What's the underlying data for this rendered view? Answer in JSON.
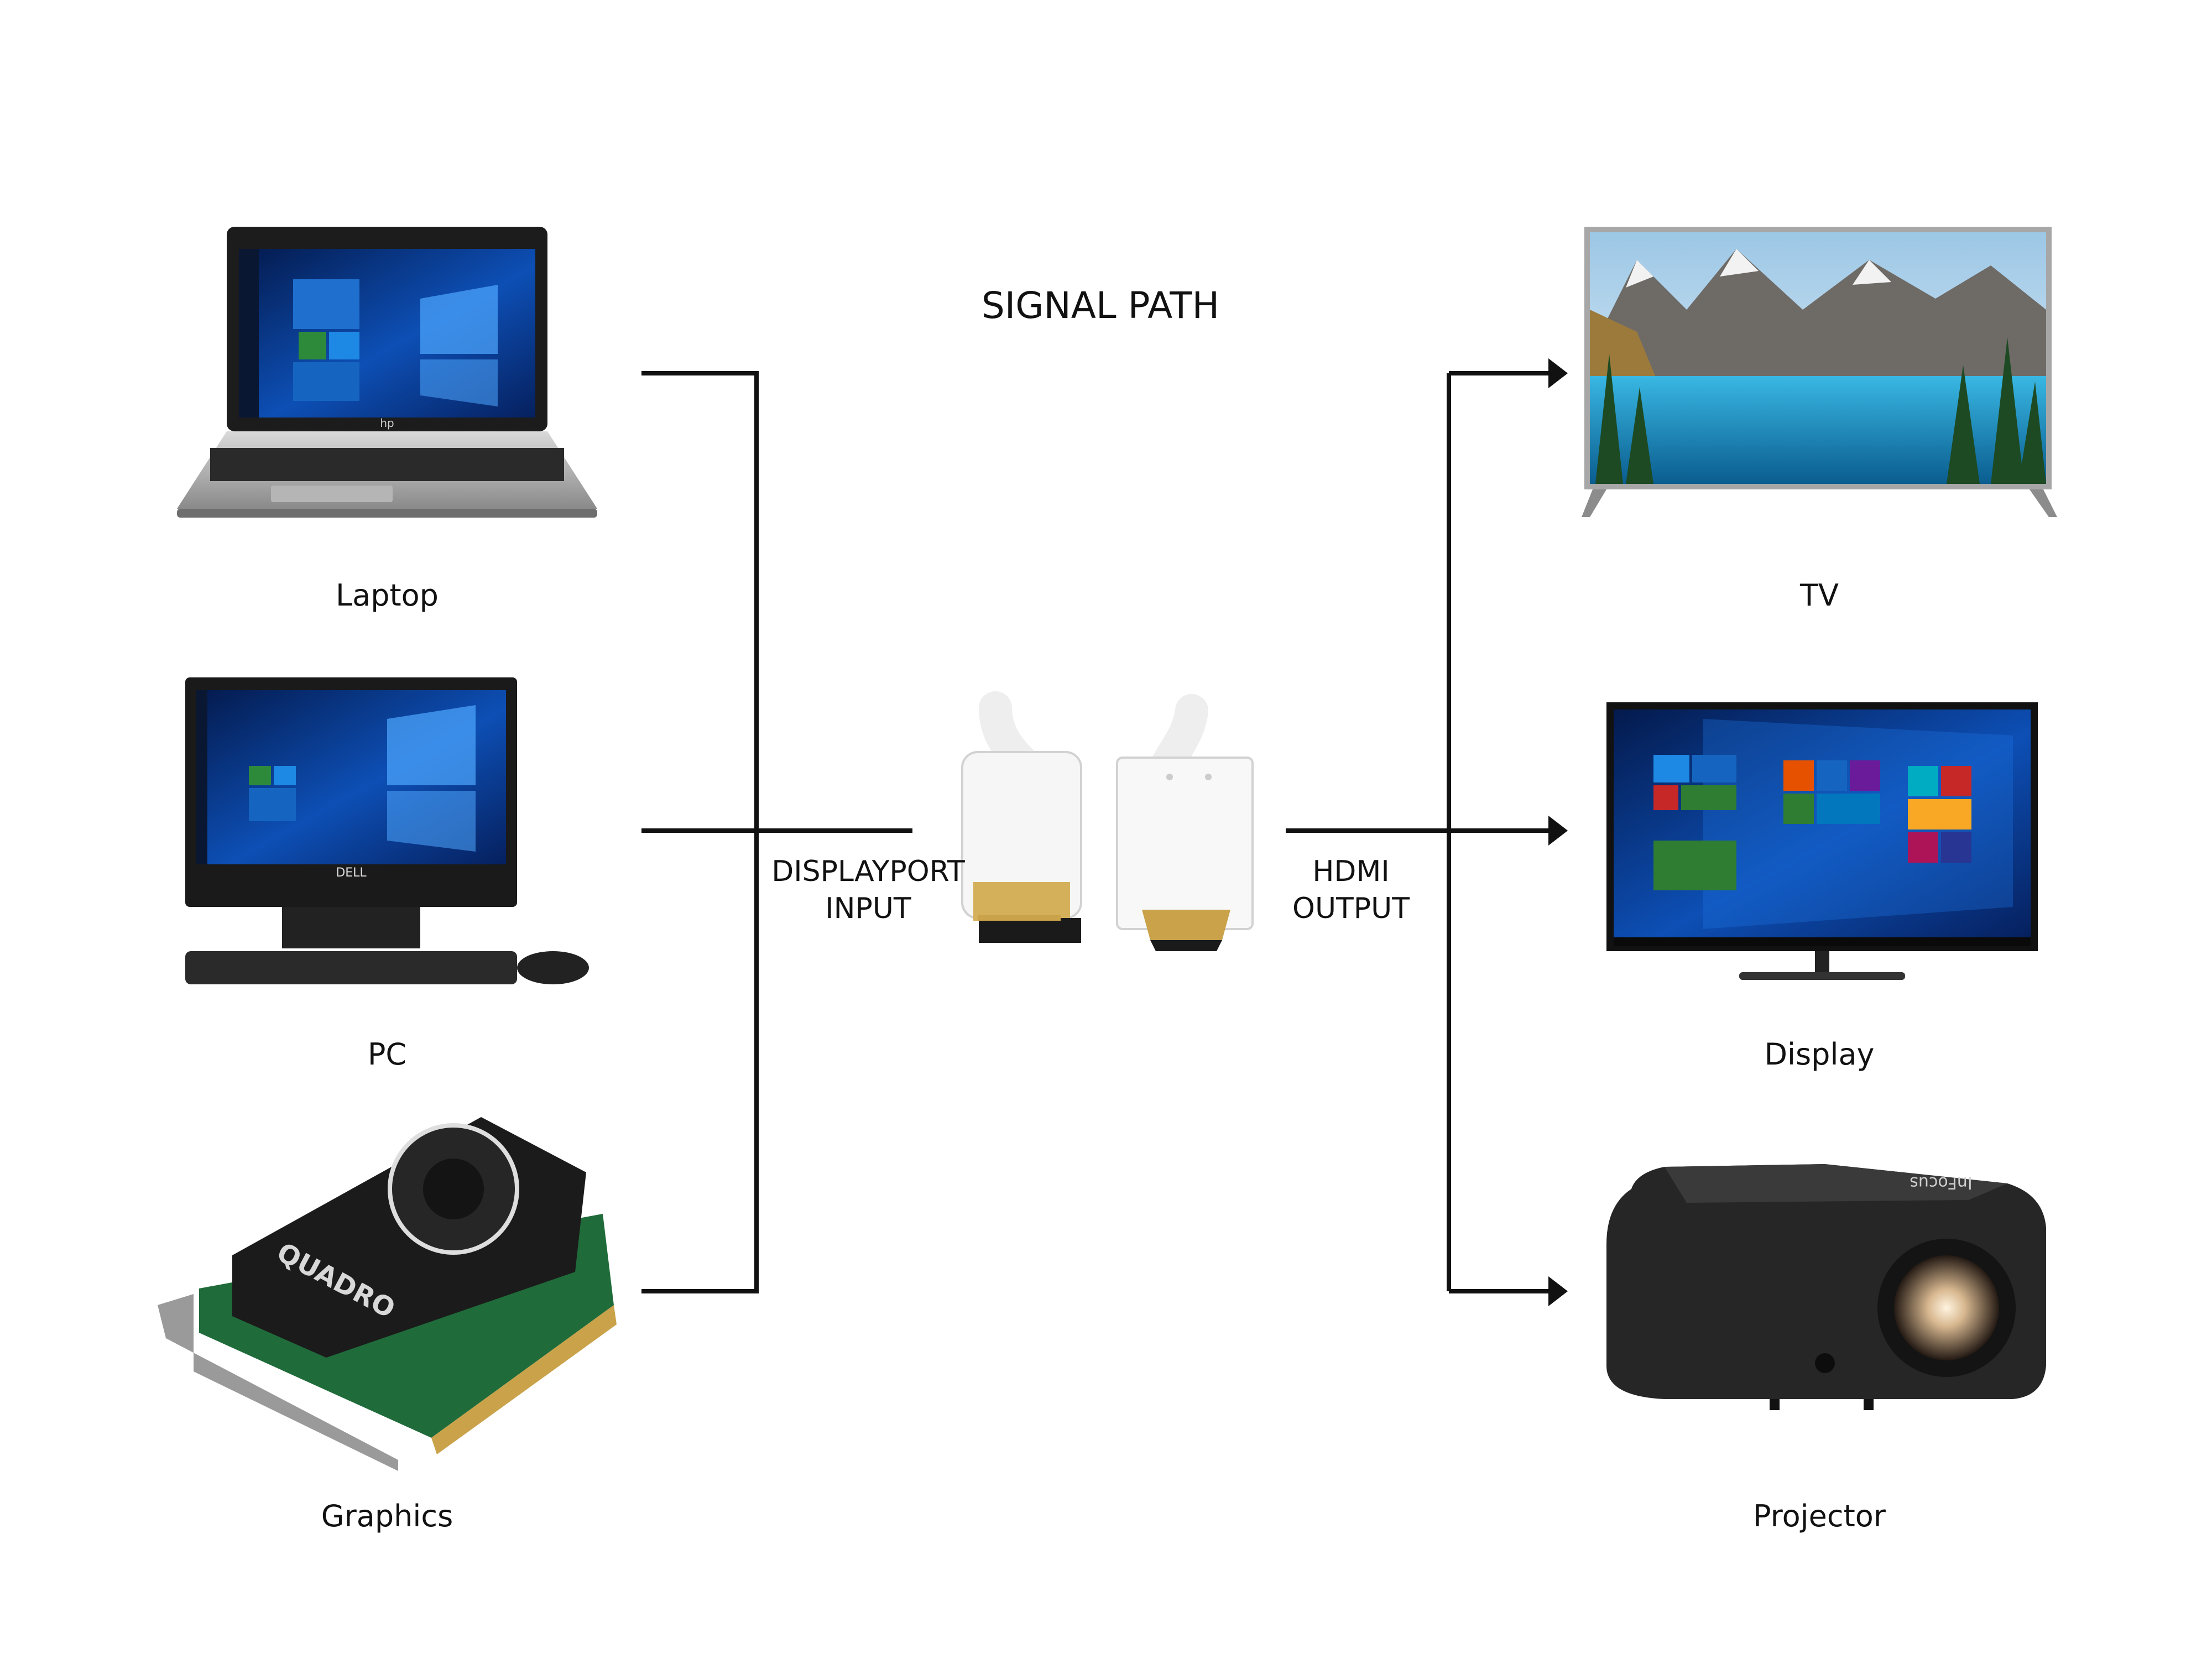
{
  "title": "SIGNAL PATH",
  "sources": {
    "laptop": "Laptop",
    "pc": "PC",
    "graphics": "Graphics"
  },
  "outputs": {
    "tv": "TV",
    "display": "Display",
    "projector": "Projector"
  },
  "adapter": {
    "input_line1": "DISPLAYPORT",
    "input_line2": "INPUT",
    "output_line1": "HDMI",
    "output_line2": "OUTPUT"
  },
  "screen_brand_laptop": "hp",
  "monitor_brand": "DELL",
  "gpu_brand": "QUADRO",
  "projector_brand": "InFocus",
  "colors": {
    "line": "#111111",
    "screen_blue": "#0b3a8c",
    "device_black": "#1b1b1b",
    "pcb_green": "#1f6b3a",
    "connector_gold": "#c9a24a"
  }
}
